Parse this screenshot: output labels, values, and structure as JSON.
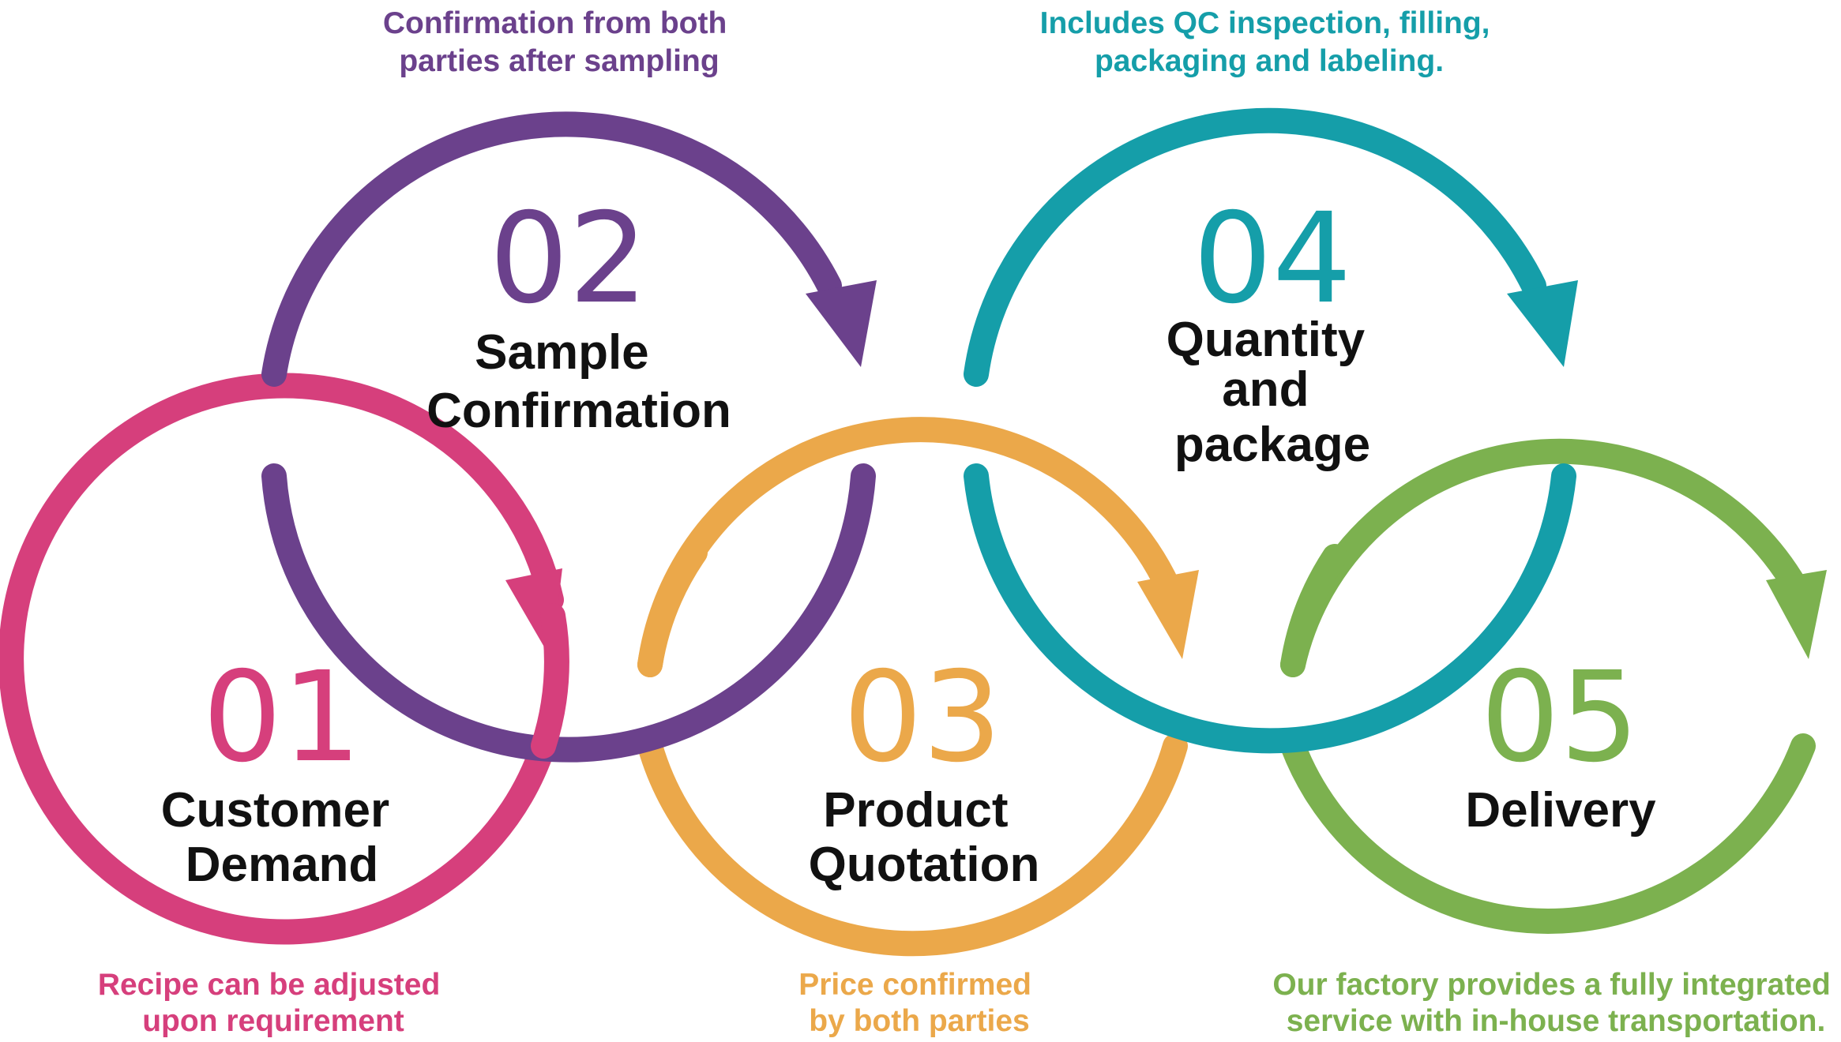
{
  "colors": {
    "step1": "#d63f7c",
    "step2": "#6b418c",
    "step3": "#eba84a",
    "step4": "#159ea9",
    "step5": "#7cb14f",
    "text": "#111111"
  },
  "steps": [
    {
      "number": "01",
      "title_lines": [
        "Customer",
        "Demand"
      ],
      "note_lines": [
        "Recipe can be adjusted",
        "upon requirement"
      ],
      "color": "#d63f7c"
    },
    {
      "number": "02",
      "title_lines": [
        "Sample",
        "Confirmation"
      ],
      "note_lines": [
        "Confirmation from both",
        "parties after sampling"
      ],
      "color": "#6b418c"
    },
    {
      "number": "03",
      "title_lines": [
        "Product",
        "Quotation"
      ],
      "note_lines": [
        "Price confirmed",
        "by both parties"
      ],
      "color": "#eba84a"
    },
    {
      "number": "04",
      "title_lines": [
        "Quantity",
        "and",
        "package"
      ],
      "note_lines": [
        "Includes QC inspection, filling,",
        "packaging and labeling."
      ],
      "color": "#159ea9"
    },
    {
      "number": "05",
      "title_lines": [
        "Delivery"
      ],
      "note_lines": [
        "Our factory provides a fully integrated",
        "service with in-house transportation."
      ],
      "color": "#7cb14f"
    }
  ]
}
